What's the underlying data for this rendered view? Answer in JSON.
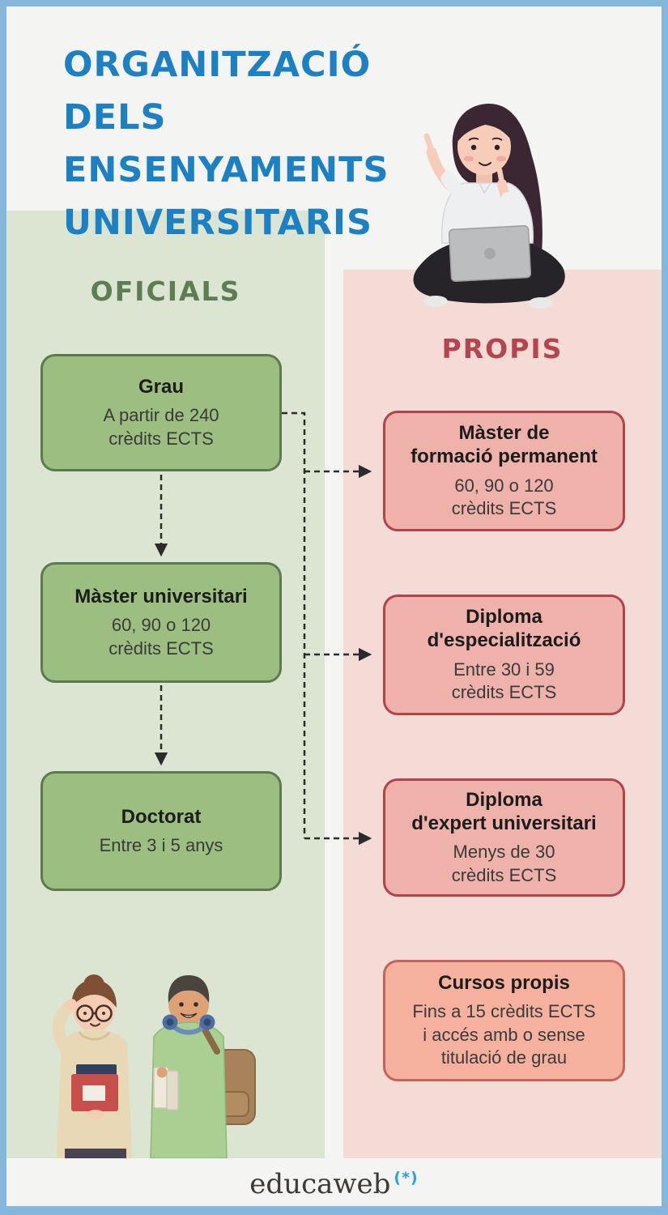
{
  "title": "ORGANITZACIÓ DELS\nENSENYAMENTS\nUNIVERSITARIS",
  "sections": {
    "oficials": {
      "header": "OFICIALS",
      "boxes": [
        {
          "title": "Grau",
          "body": "A partir de 240\ncrèdits ECTS"
        },
        {
          "title": "Màster universitari",
          "body": "60, 90 o 120\ncrèdits ECTS"
        },
        {
          "title": "Doctorat",
          "body": "Entre 3 i 5 anys"
        }
      ]
    },
    "propis": {
      "header": "PROPIS",
      "boxes": [
        {
          "title": "Màster de\nformació permanent",
          "body": "60, 90 o 120\ncrèdits ECTS"
        },
        {
          "title": "Diploma\nd'especialització",
          "body": "Entre 30 i 59\ncrèdits ECTS"
        },
        {
          "title": "Diploma\nd'expert universitari",
          "body": "Menys de 30\ncrèdits ECTS"
        },
        {
          "title": "Cursos propis",
          "body": "Fins a 15 crèdits ECTS\ni accés amb o sense\ntitulació de grau"
        }
      ]
    }
  },
  "connections": [
    {
      "from": "Grau",
      "to": "Màster universitari",
      "style": "dashed-arrow"
    },
    {
      "from": "Màster universitari",
      "to": "Doctorat",
      "style": "dashed-arrow"
    },
    {
      "from": "Grau",
      "to": "Màster de formació permanent",
      "style": "dashed-arrow"
    },
    {
      "from": "Grau",
      "to": "Diploma d'especialització",
      "style": "dashed-arrow"
    },
    {
      "from": "Grau",
      "to": "Diploma d'expert universitari",
      "style": "dashed-arrow"
    }
  ],
  "footer": {
    "brand": "educaweb",
    "mark": "(*)"
  },
  "colors": {
    "frame_blue": "#85b7dc",
    "background": "#f4f4f2",
    "title_blue": "#1b80c4",
    "oficials_panel": "#dce4d2",
    "oficials_header": "#5d7d52",
    "oficials_box_fill": "#9cbe80",
    "oficials_box_border": "#5c7a50",
    "propis_panel": "#f5dbd6",
    "propis_header": "#b5444e",
    "propis_box_fill": "#eeb2ab",
    "propis_box_border": "#b0434c",
    "cursos_propis_fill": "#f5b19e",
    "cursos_propis_border": "#c4645c",
    "arrow": "#2b2b2b",
    "logo_text": "#3d3a36",
    "logo_mark_blue": "#29a3e0"
  }
}
